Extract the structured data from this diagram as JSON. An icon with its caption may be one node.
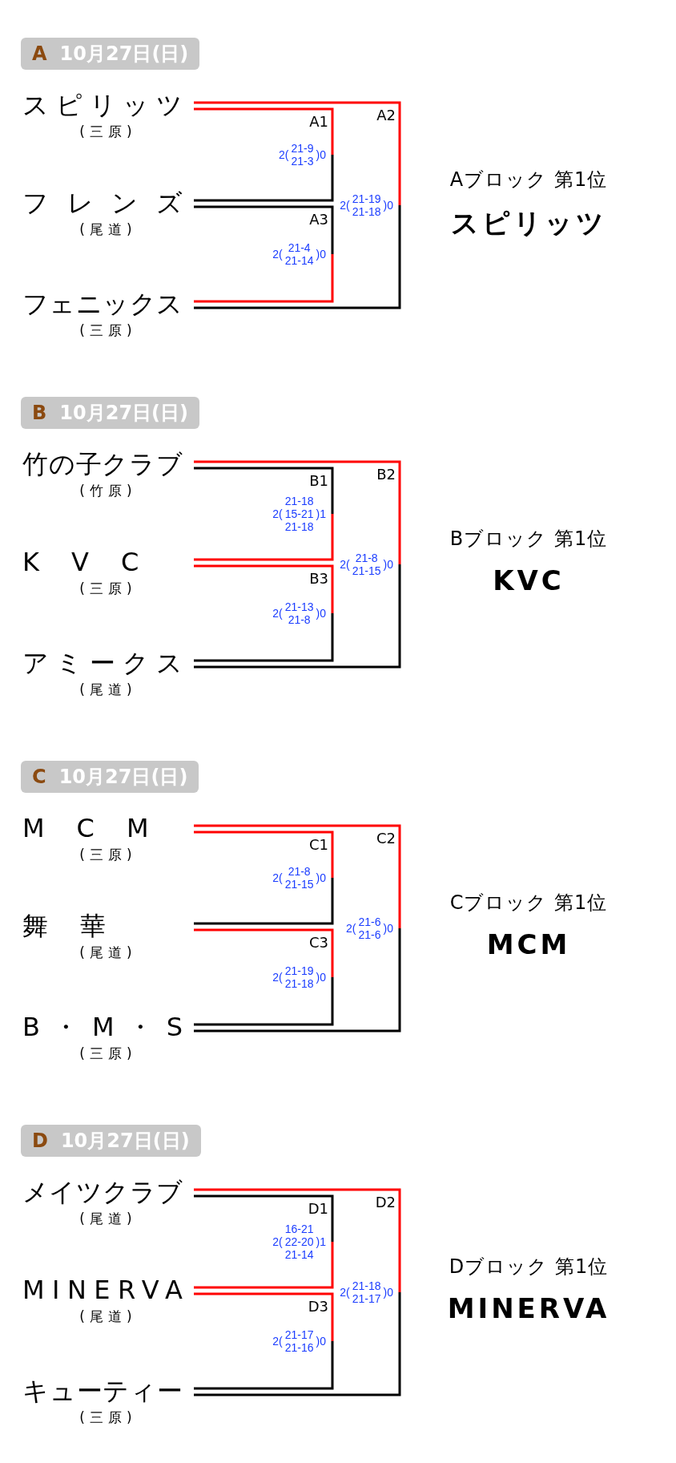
{
  "diagram": {
    "nodes": [
      {
        "text": [
          "A",
          "10月27日(日)"
        ]
      },
      {
        "text": [
          "スピリッツ"
        ],
        "beside": [
          "(三原)"
        ]
      },
      {
        "text": [
          "フレンズ"
        ],
        "beside": [
          "(尾道)"
        ]
      },
      {
        "text": [
          "フェニックス"
        ],
        "beside": [
          "(三原)"
        ]
      },
      {
        "text": [
          "A1",
          "2(",
          "21-9",
          "21-3",
          ")0"
        ]
      },
      {
        "text": [
          "A2",
          "2(",
          "21-19",
          "21-18",
          ")0"
        ]
      },
      {
        "text": [
          "A3",
          "2(",
          "21-4",
          "21-14",
          ")0"
        ]
      },
      {
        "text": [
          "B",
          "10月27日(日)"
        ]
      },
      {
        "text": [
          "竹の子クラブ"
        ],
        "beside": [
          "(竹原)"
        ]
      },
      {
        "text": [
          "KVC"
        ],
        "beside": [
          "(三原)"
        ]
      },
      {
        "text": [
          "アミークス"
        ],
        "beside": [
          "(尾道)"
        ]
      },
      {
        "text": [
          "B1",
          "2(",
          "21-18",
          "15-21",
          "21-18",
          ")1"
        ]
      },
      {
        "text": [
          "B2",
          "2(",
          "21-8",
          "21-15",
          ")0"
        ]
      },
      {
        "text": [
          "B3",
          "2(",
          "21-13",
          "21-8",
          ")0"
        ]
      },
      {
        "text": [
          "C",
          "10月27日(日)"
        ]
      },
      {
        "text": [
          "MCM"
        ],
        "beside": [
          "(三原)"
        ]
      },
      {
        "text": [
          "舞華"
        ],
        "beside": [
          "(尾道)"
        ]
      },
      {
        "text": [
          "B・M・S"
        ],
        "beside": [
          "(三原)"
        ]
      },
      {
        "text": [
          "C1",
          "2(",
          "21-8",
          "21-15",
          ")0"
        ]
      },
      {
        "text": [
          "C2",
          "2(",
          "21-6",
          "21-6",
          ")0"
        ]
      },
      {
        "text": [
          "C3",
          "2(",
          "21-19",
          "21-18",
          ")0"
        ]
      },
      {
        "text": [
          "D",
          "10月27日(日)"
        ]
      },
      {
        "text": [
          "メイツクラブ"
        ],
        "beside": [
          "(尾道)"
        ]
      },
      {
        "text": [
          "MINERVA"
        ],
        "beside": [
          "(尾道)"
        ]
      },
      {
        "text": [
          "キューティー"
        ],
        "beside": [
          "(三原)"
        ]
      },
      {
        "text": [
          "D1",
          "2(",
          "16-21",
          "22-20",
          "21-14",
          ")1"
        ]
      },
      {
        "text": [
          "D2",
          "2(",
          "21-18",
          "21-17",
          ")0"
        ]
      },
      {
        "text": [
          "D3",
          "2(",
          "21-17",
          "21-16",
          ")0"
        ]
      }
    ],
    "edges": [
      {
        "from": 1,
        "to": 5,
        "arrow": "none",
        "color": "#ff0000"
      },
      {
        "from": 1,
        "to": 4,
        "arrow": "none",
        "color": "#ff0000"
      },
      {
        "from": 2,
        "to": 4,
        "arrow": "none",
        "color": "#000000"
      },
      {
        "from": 2,
        "to": 6,
        "arrow": "none",
        "color": "#000000"
      },
      {
        "from": 3,
        "to": 6,
        "arrow": "none",
        "color": "#ff0000"
      },
      {
        "from": 3,
        "to": 5,
        "arrow": "none",
        "color": "#000000"
      },
      {
        "from": 8,
        "to": 12,
        "arrow": "none",
        "color": "#ff0000"
      },
      {
        "from": 8,
        "to": 11,
        "arrow": "none",
        "color": "#000000"
      },
      {
        "from": 9,
        "to": 11,
        "arrow": "none",
        "color": "#ff0000"
      },
      {
        "from": 9,
        "to": 13,
        "arrow": "none",
        "color": "#ff0000"
      },
      {
        "from": 10,
        "to": 13,
        "arrow": "none",
        "color": "#000000"
      },
      {
        "from": 10,
        "to": 12,
        "arrow": "none",
        "color": "#000000"
      },
      {
        "from": 15,
        "to": 19,
        "arrow": "none",
        "color": "#ff0000"
      },
      {
        "from": 15,
        "to": 18,
        "arrow": "none",
        "color": "#ff0000"
      },
      {
        "from": 16,
        "to": 18,
        "arrow": "none",
        "color": "#000000"
      },
      {
        "from": 16,
        "to": 20,
        "arrow": "none",
        "color": "#ff0000"
      },
      {
        "from": 17,
        "to": 20,
        "arrow": "none",
        "color": "#000000"
      },
      {
        "from": 17,
        "to": 19,
        "arrow": "none",
        "color": "#000000"
      },
      {
        "from": 22,
        "to": 26,
        "arrow": "none",
        "color": "#ff0000"
      },
      {
        "from": 22,
        "to": 25,
        "arrow": "none",
        "color": "#000000"
      },
      {
        "from": 23,
        "to": 25,
        "arrow": "none",
        "color": "#ff0000"
      },
      {
        "from": 23,
        "to": 27,
        "arrow": "none",
        "color": "#ff0000"
      },
      {
        "from": 24,
        "to": 27,
        "arrow": "none",
        "color": "#000000"
      },
      {
        "from": 24,
        "to": 26,
        "arrow": "none",
        "color": "#000000"
      }
    ],
    "labels": [
      "Aブロック 第1位",
      "スピリッツ",
      "Bブロック 第1位",
      "KVC",
      "Cブロック 第1位",
      "MCM",
      "Dブロック 第1位",
      "MINERVA"
    ]
  }
}
